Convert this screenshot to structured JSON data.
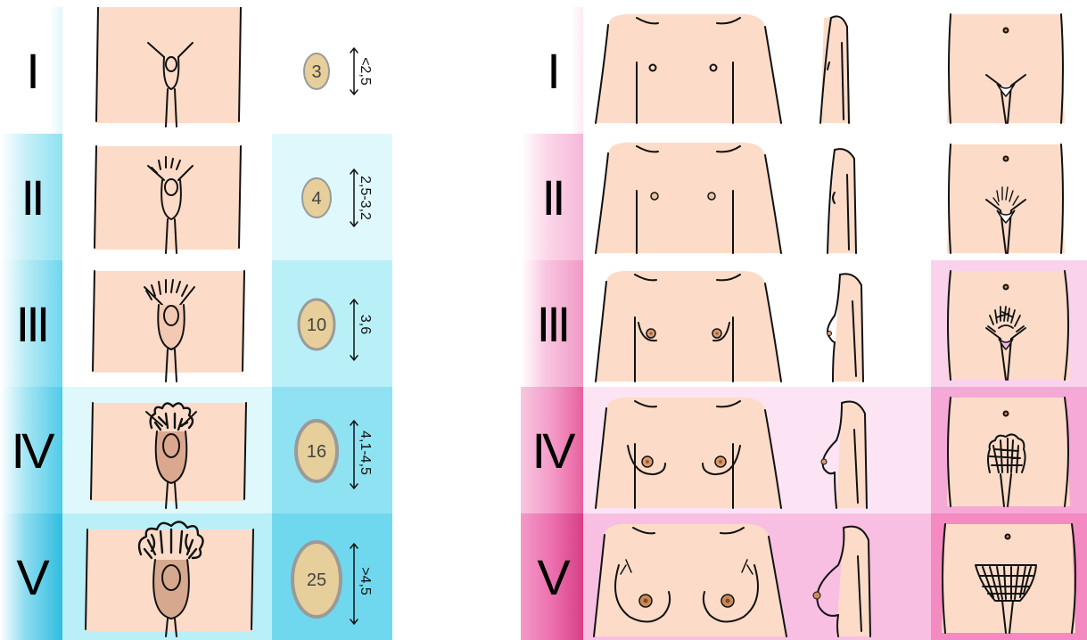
{
  "male": {
    "stages": [
      {
        "roman": "I",
        "testis_volume": "3",
        "length": "<2,5"
      },
      {
        "roman": "II",
        "testis_volume": "4",
        "length": "2,5-3,2"
      },
      {
        "roman": "III",
        "testis_volume": "10",
        "length": "3,6"
      },
      {
        "roman": "IV",
        "testis_volume": "16",
        "length": "4,1-4,5"
      },
      {
        "roman": "V",
        "testis_volume": "25",
        "length": ">4,5"
      }
    ]
  },
  "female": {
    "stages": [
      {
        "roman": "I"
      },
      {
        "roman": "II"
      },
      {
        "roman": "III"
      },
      {
        "roman": "IV"
      },
      {
        "roman": "V"
      }
    ]
  },
  "colors": {
    "skin": "#fcdcc8",
    "outline": "#111111",
    "orchidometer_fill": "#e6cf9a",
    "orchidometer_rim": "#9a9a9a",
    "male_band_1": "#def8fc",
    "male_band_2": "#b9ecf6",
    "male_band_3": "#8fe2f2",
    "male_band_4": "#5fd3ec",
    "female_band_1": "#fdeaf4",
    "female_band_2": "#f8c6e0",
    "female_band_3": "#f39ac8",
    "female_band_4": "#ec6fae",
    "areola": "#c98a5a"
  }
}
